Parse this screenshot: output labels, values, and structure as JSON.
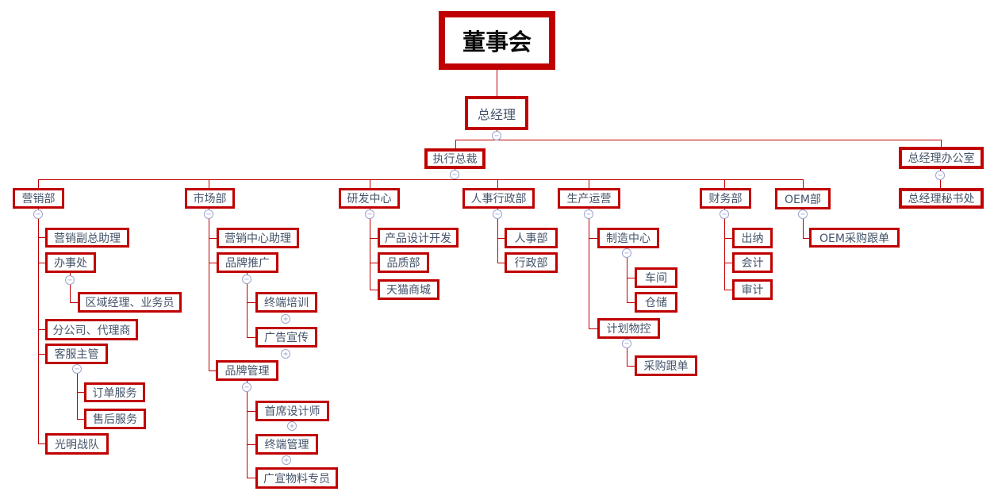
{
  "colors": {
    "box_border": "#C00000",
    "connector_line": "#C00000",
    "box_text": "#44546A",
    "root_text": "#0A0A0A",
    "toggle": "#9AA3CC",
    "background": "#FFFFFF"
  },
  "icons": {
    "collapse": "−",
    "expand": "+"
  },
  "nodes": {
    "board": "董事会",
    "gm": "总经理",
    "exec": "执行总裁",
    "gm_office": "总经理办公室",
    "gm_secretariat": "总经理秘书处",
    "dept_marketing": "营销部",
    "dept_market": "市场部",
    "dept_rd": "研发中心",
    "dept_hr_admin": "人事行政部",
    "dept_production": "生产运营",
    "dept_finance": "财务部",
    "dept_oem": "OEM部",
    "mkt_assistant": "营销副总助理",
    "mkt_office": "办事处",
    "mkt_region": "区域经理、业务员",
    "mkt_branch": "分公司、代理商",
    "mkt_cs": "客服主管",
    "cs_order": "订单服务",
    "cs_after": "售后服务",
    "mkt_team": "光明战队",
    "m2_assistant": "营销中心助理",
    "m2_promo": "品牌推广",
    "promo_training": "终端培训",
    "promo_ad": "广告宣传",
    "m2_brand": "品牌管理",
    "brand_designer": "首席设计师",
    "brand_terminal": "终端管理",
    "brand_material": "广宣物料专员",
    "rd_design": "产品设计开发",
    "rd_quality": "品质部",
    "rd_tmall": "天猫商城",
    "hr_hr": "人事部",
    "hr_admin": "行政部",
    "prod_mfg": "制造中心",
    "mfg_workshop": "车间",
    "mfg_warehouse": "仓储",
    "prod_plan": "计划物控",
    "plan_purchase": "采购跟单",
    "fin_cashier": "出纳",
    "fin_accounting": "会计",
    "fin_audit": "审计",
    "oem_purchase": "OEM采购跟单"
  },
  "hierarchy": {
    "label": "董事会",
    "children": [
      {
        "label": "总经理",
        "children": [
          {
            "label": "执行总裁",
            "children": [
              {
                "label": "营销部",
                "children": [
                  {
                    "label": "营销副总助理"
                  },
                  {
                    "label": "办事处",
                    "children": [
                      {
                        "label": "区域经理、业务员"
                      }
                    ]
                  },
                  {
                    "label": "分公司、代理商"
                  },
                  {
                    "label": "客服主管",
                    "children": [
                      {
                        "label": "订单服务"
                      },
                      {
                        "label": "售后服务"
                      }
                    ]
                  },
                  {
                    "label": "光明战队"
                  }
                ]
              },
              {
                "label": "市场部",
                "children": [
                  {
                    "label": "营销中心助理"
                  },
                  {
                    "label": "品牌推广",
                    "children": [
                      {
                        "label": "终端培训",
                        "has_hidden_children": true
                      },
                      {
                        "label": "广告宣传",
                        "has_hidden_children": true
                      }
                    ]
                  },
                  {
                    "label": "品牌管理",
                    "children": [
                      {
                        "label": "首席设计师",
                        "has_hidden_children": true
                      },
                      {
                        "label": "终端管理",
                        "has_hidden_children": true
                      },
                      {
                        "label": "广宣物料专员"
                      }
                    ]
                  }
                ]
              },
              {
                "label": "研发中心",
                "children": [
                  {
                    "label": "产品设计开发"
                  },
                  {
                    "label": "品质部"
                  },
                  {
                    "label": "天猫商城"
                  }
                ]
              },
              {
                "label": "人事行政部",
                "children": [
                  {
                    "label": "人事部"
                  },
                  {
                    "label": "行政部"
                  }
                ]
              },
              {
                "label": "生产运营",
                "children": [
                  {
                    "label": "制造中心",
                    "children": [
                      {
                        "label": "车间"
                      },
                      {
                        "label": "仓储"
                      }
                    ]
                  },
                  {
                    "label": "计划物控",
                    "children": [
                      {
                        "label": "采购跟单"
                      }
                    ]
                  }
                ]
              },
              {
                "label": "财务部",
                "children": [
                  {
                    "label": "出纳"
                  },
                  {
                    "label": "会计"
                  },
                  {
                    "label": "审计"
                  }
                ]
              },
              {
                "label": "OEM部",
                "children": [
                  {
                    "label": "OEM采购跟单"
                  }
                ]
              }
            ]
          },
          {
            "label": "总经理办公室",
            "children": [
              {
                "label": "总经理秘书处"
              }
            ]
          }
        ]
      }
    ]
  }
}
